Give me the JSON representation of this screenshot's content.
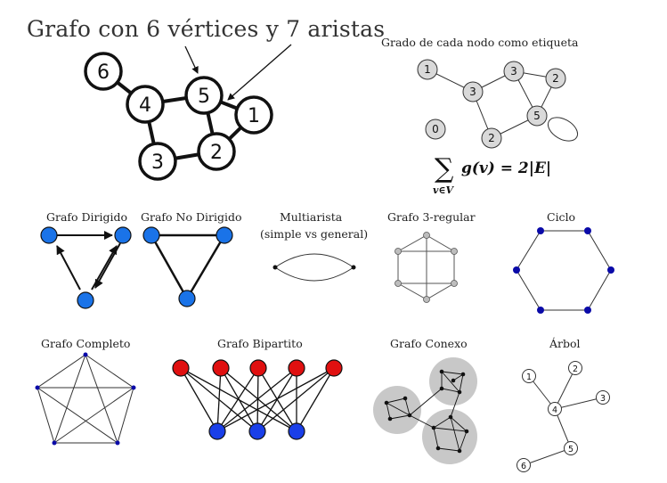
{
  "main_graph": {
    "title": "Grafo con 6 vértices y 7 aristas",
    "node_labels": [
      "6",
      "4",
      "5",
      "1",
      "3",
      "2"
    ]
  },
  "degree_graph": {
    "title": "Grado de cada nodo como etiqueta",
    "node_labels": [
      "1",
      "3",
      "3",
      "2",
      "5",
      "0",
      "2"
    ],
    "formula": {
      "sum": "∑",
      "subscript": "v∈V",
      "body": "g(v) = 2|E|"
    }
  },
  "examples": {
    "directed": "Grafo Dirigido",
    "undirected": "Grafo No Dirigido",
    "multi_line1": "Multiarista",
    "multi_line2": "(simple vs general)",
    "regular": "Grafo 3-regular",
    "cycle": "Ciclo",
    "complete": "Grafo Completo",
    "bipartite": "Grafo Bipartito",
    "connected": "Grafo Conexo",
    "tree": "Árbol",
    "tree_labels": [
      "1",
      "2",
      "3",
      "4",
      "5",
      "6"
    ]
  },
  "colors": {
    "blue": "#1a73e8",
    "red": "#e01010",
    "navy": "#0a0aa8",
    "gray_node": "#c8c8c8",
    "blob": "#c8c8c8"
  }
}
